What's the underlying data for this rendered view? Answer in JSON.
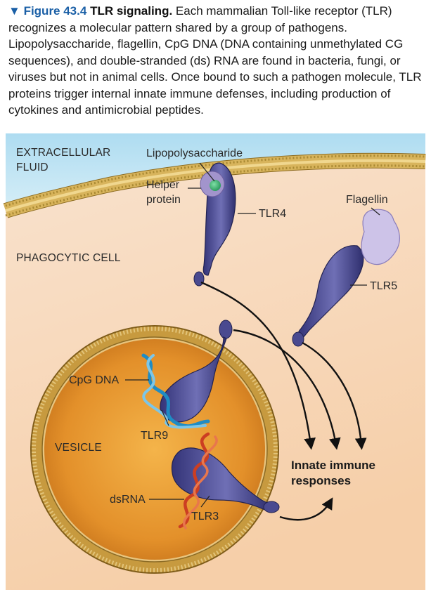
{
  "caption": {
    "marker": "▼",
    "figure_number": "Figure 43.4",
    "title": "TLR signaling.",
    "text": "Each mammalian Toll-like receptor (TLR) recognizes a molecular pattern shared by a group of pathogens. Lipopolysaccharide, flagellin, CpG DNA (DNA containing unmethylated CG sequences), and double-stranded (ds) RNA are found in bacteria, fungi, or viruses but not in animal cells. Once bound to such a pathogen molecule, TLR proteins trigger internal innate immune defenses, including production of cytokines and antimicrobial peptides."
  },
  "labels": {
    "extracellular_1": "EXTRACELLULAR",
    "extracellular_2": "FLUID",
    "lipopolysaccharide": "Lipopolysaccharide",
    "helper_1": "Helper",
    "helper_2": "protein",
    "tlr4": "TLR4",
    "flagellin": "Flagellin",
    "phagocytic_cell": "PHAGOCYTIC CELL",
    "tlr5": "TLR5",
    "cpg_dna": "CpG DNA",
    "tlr9": "TLR9",
    "vesicle": "VESICLE",
    "innate_1": "Innate immune",
    "innate_2": "responses",
    "dsrna": "dsRNA",
    "tlr3": "TLR3"
  },
  "colors": {
    "extracellular": "#bfe3f2",
    "cytoplasm": "#f7d9bf",
    "membrane": "#c9a24d",
    "vesicle_core": "#e08f2a",
    "receptor": "#4f4f95",
    "helper": "#9d8cc8",
    "flagellin": "#c9c0e6",
    "dna_blue": "#2c9ad0",
    "rna_red": "#d2462a"
  }
}
